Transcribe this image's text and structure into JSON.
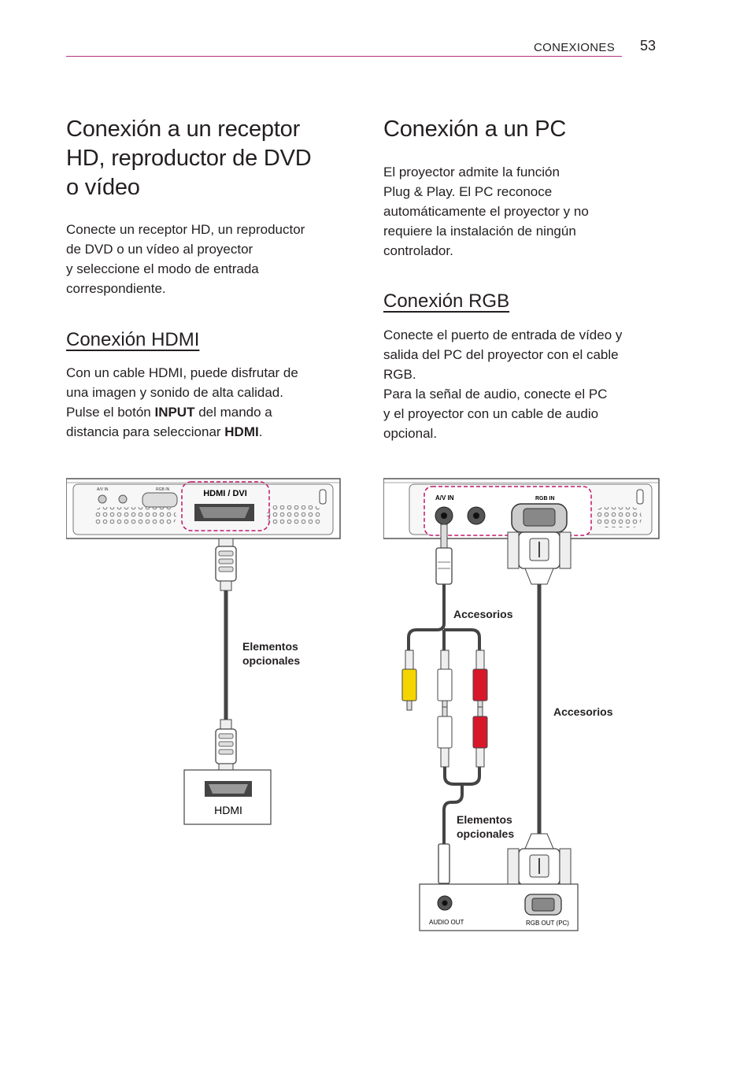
{
  "header": {
    "section": "CONEXIONES",
    "page_number": "53"
  },
  "left": {
    "title_lines": [
      "Conexión a un receptor",
      "HD, reproductor de DVD",
      "o vídeo"
    ],
    "intro_lines": [
      "Conecte un receptor HD, un reproductor",
      "de DVD o un vídeo al proyector",
      "y seleccione el modo de entrada",
      "correspondiente."
    ],
    "hdmi_heading": "Conexión HDMI",
    "hdmi_text": {
      "line1": "Con un cable HDMI, puede disfrutar de",
      "line2": "una imagen y sonido de alta calidad.",
      "line3_pre": "Pulse el botón ",
      "line3_bold": "INPUT",
      "line3_post": " del mando a",
      "line4_pre": "distancia para seleccionar ",
      "line4_bold": "HDMI",
      "line4_post": "."
    }
  },
  "right": {
    "title": "Conexión a un PC",
    "intro_lines": [
      "El proyector admite la función",
      "Plug & Play. El PC reconoce",
      "automáticamente el proyector y no",
      "requiere la instalación de ningún",
      "controlador."
    ],
    "rgb_heading": "Conexión RGB",
    "rgb_lines": [
      "Conecte el puerto de entrada de vídeo y",
      "salida del PC del proyector con el cable",
      "RGB.",
      "Para la señal de audio, conecte el PC",
      "y el proyector con un cable de audio",
      "opcional."
    ]
  },
  "hdmi_diagram": {
    "port_avin": "A/V IN",
    "port_rgbin": "RGB IN",
    "port_hdmi_dvi": "HDMI / DVI",
    "label_optional": "Elementos\nopcionales",
    "device_label": "HDMI"
  },
  "rgb_diagram": {
    "port_avin": "A/V IN",
    "port_rgbin": "RGB IN",
    "label_accessories_1": "Accesorios",
    "label_accessories_2": "Accesorios",
    "label_optional": "Elementos\nopcionales",
    "pc_audio_out": "AUDIO OUT",
    "pc_rgb_out": "RGB OUT (PC)"
  },
  "colors": {
    "accent": "#b5317e",
    "rca_yellow": "#f5d400",
    "rca_red": "#d7182a"
  }
}
